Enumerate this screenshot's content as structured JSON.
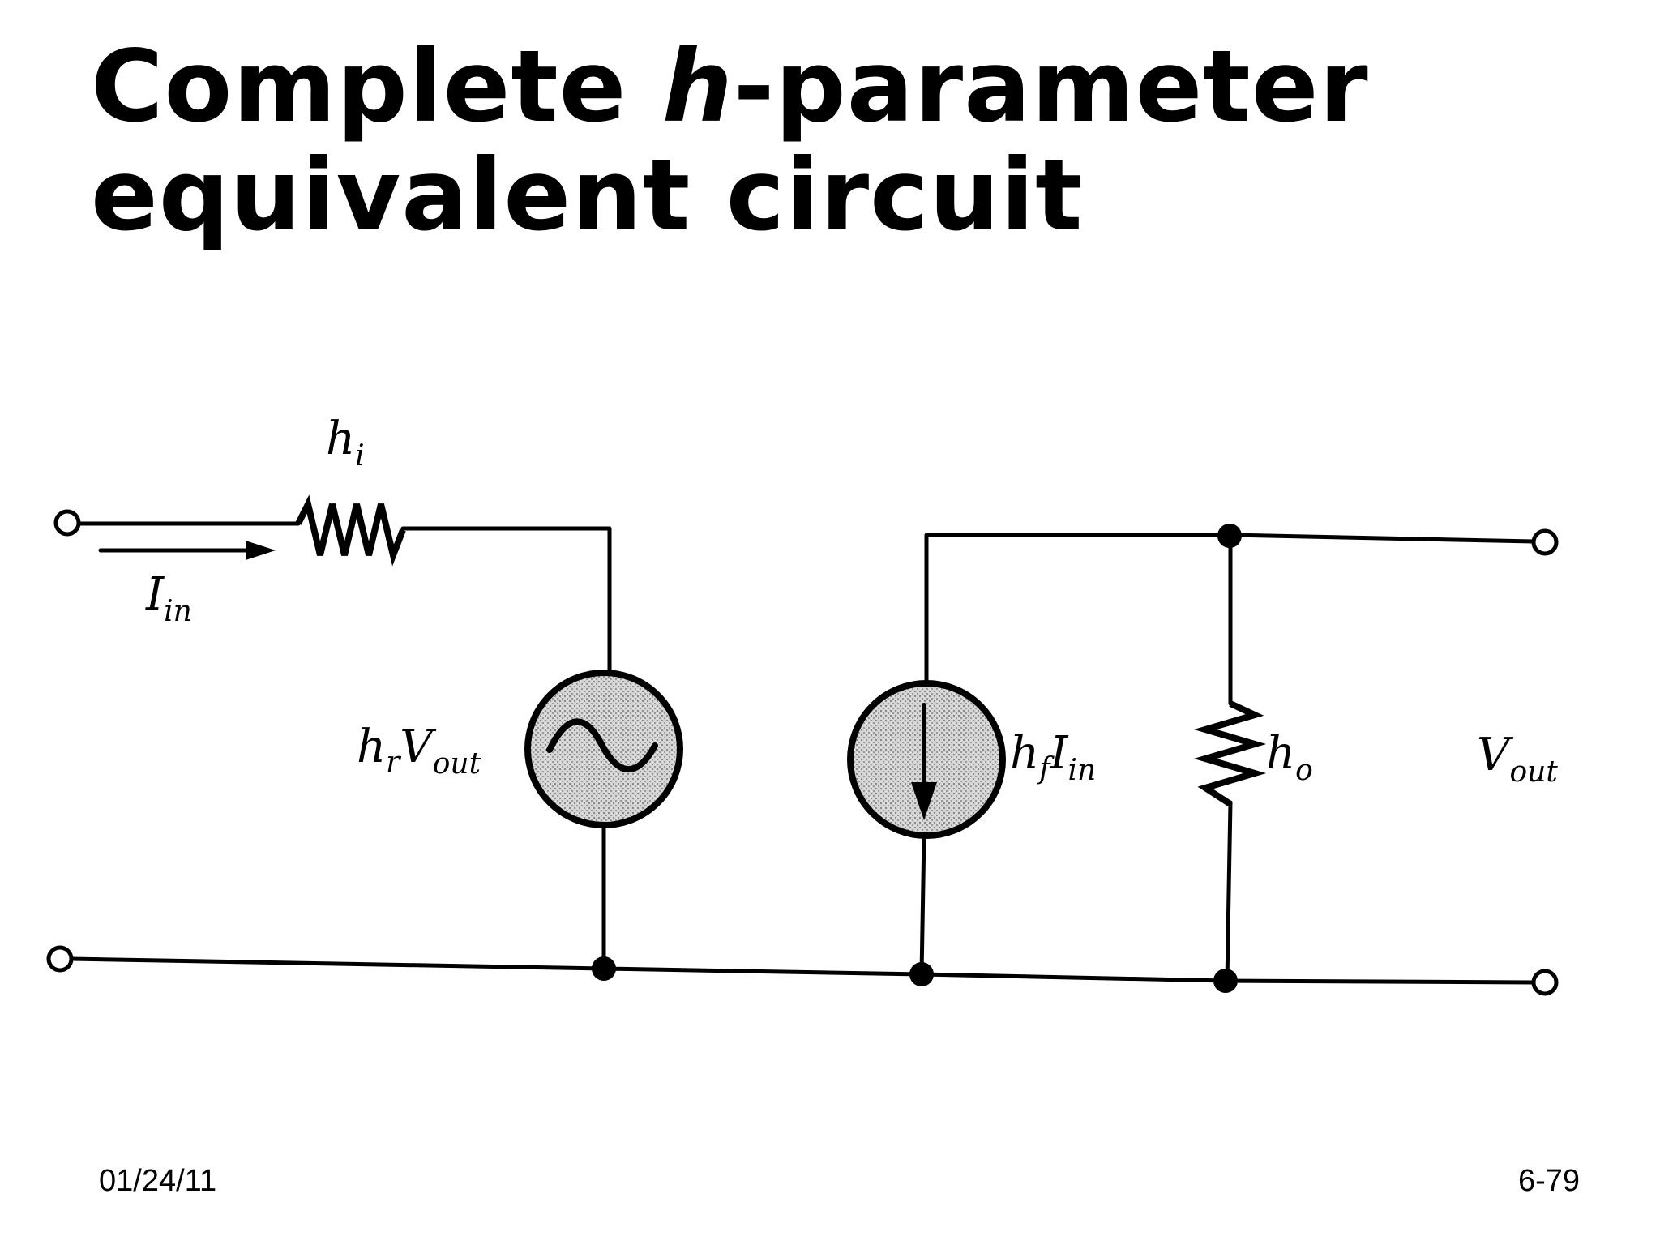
{
  "title": {
    "prefix": "Complete ",
    "italic": "h",
    "suffix": "-parameter",
    "line2": "equivalent circuit"
  },
  "circuit": {
    "labels": {
      "hi": {
        "main": "h",
        "sub": "i"
      },
      "iin": {
        "main": "I",
        "sub": "in"
      },
      "hrvout": {
        "main": "h",
        "sub1": "r",
        "mid": "V",
        "sub2": "out"
      },
      "hfiin": {
        "main": "h",
        "sub1": "f",
        "mid": "I",
        "sub2": "in"
      },
      "ho": {
        "main": "h",
        "sub": "o"
      },
      "vout": {
        "main": "V",
        "sub": "out"
      }
    }
  },
  "footer": {
    "date": "01/24/11",
    "page": "6-79"
  }
}
